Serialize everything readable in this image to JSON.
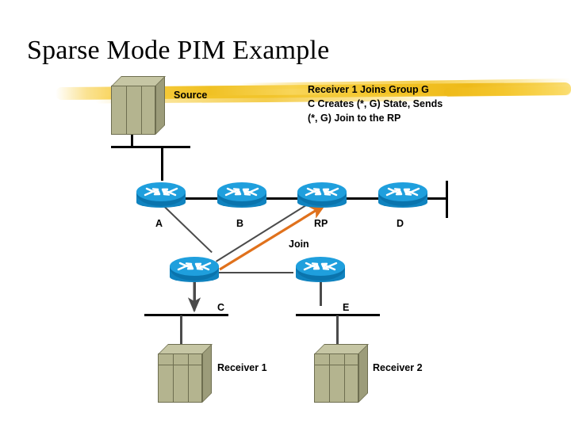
{
  "slide": {
    "title": "Sparse Mode PIM Example",
    "background": "#ffffff",
    "highlight_color": "#f0c124"
  },
  "annotation": {
    "line1": "Receiver 1 Joins Group G",
    "line2": "C Creates (*, G) State, Sends",
    "line3": "(*, G) Join to the RP",
    "full_text": "Receiver 1 Joins Group G\nC Creates (*, G) State, Sends\n(*, G) Join to the RP"
  },
  "diagram": {
    "type": "network-topology",
    "hosts": [
      {
        "id": "source",
        "label": "Source"
      },
      {
        "id": "receiver1",
        "label": "Receiver 1"
      },
      {
        "id": "receiver2",
        "label": "Receiver 2"
      }
    ],
    "routers": [
      {
        "id": "a",
        "label": "A"
      },
      {
        "id": "b",
        "label": "B"
      },
      {
        "id": "rp",
        "label": "RP"
      },
      {
        "id": "d",
        "label": "D"
      },
      {
        "id": "c",
        "label": "C"
      },
      {
        "id": "e",
        "label": "E"
      }
    ],
    "flows": [
      {
        "id": "join",
        "label": "Join",
        "from": "C",
        "to": "RP",
        "color": "#e0711c"
      }
    ],
    "links": [
      {
        "from": "A",
        "to": "B"
      },
      {
        "from": "B",
        "to": "RP"
      },
      {
        "from": "RP",
        "to": "D"
      },
      {
        "from": "A",
        "to": "C"
      },
      {
        "from": "C",
        "to": "RP"
      },
      {
        "from": "C",
        "to": "E"
      },
      {
        "from": "Source",
        "to": "A"
      },
      {
        "from": "C",
        "to": "Receiver 1"
      },
      {
        "from": "E",
        "to": "Receiver 2"
      }
    ]
  },
  "colors": {
    "router_top": "#1f9fdd",
    "router_body": "#1083bf",
    "router_side": "#0a74ad",
    "host_face": "#b4b48f",
    "link": "#000000",
    "join_arrow": "#e0711c"
  }
}
